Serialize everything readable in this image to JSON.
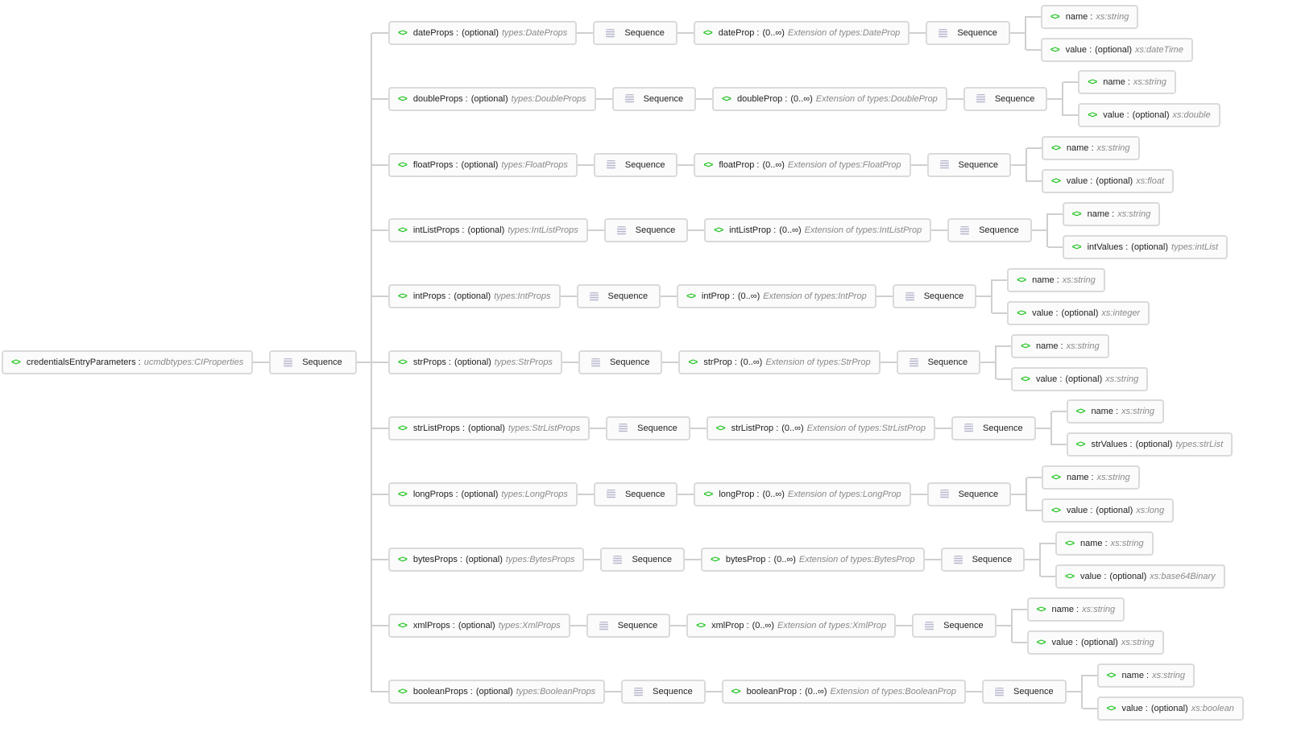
{
  "root": {
    "name": "credentialsEntryParameters :",
    "type": "ucmdbtypes:CIProperties",
    "sequence": "Sequence"
  },
  "labels": {
    "optional": "(optional)",
    "occurs": "(0..∞)",
    "name_child": "name :",
    "name_type": "xs:string"
  },
  "rows": [
    {
      "name": "dateProps :",
      "type": "types:DateProps",
      "item": "dateProp :",
      "item_type": "Extension of types:DateProp",
      "seq": "Sequence",
      "child": "value :",
      "child_type": "xs:dateTime"
    },
    {
      "name": "doubleProps :",
      "type": "types:DoubleProps",
      "item": "doubleProp :",
      "item_type": "Extension of types:DoubleProp",
      "seq": "Sequence",
      "child": "value :",
      "child_type": "xs:double"
    },
    {
      "name": "floatProps :",
      "type": "types:FloatProps",
      "item": "floatProp :",
      "item_type": "Extension of types:FloatProp",
      "seq": "Sequence",
      "child": "value :",
      "child_type": "xs:float"
    },
    {
      "name": "intListProps :",
      "type": "types:IntListProps",
      "item": "intListProp :",
      "item_type": "Extension of types:IntListProp",
      "seq": "Sequence",
      "child": "intValues :",
      "child_type": "types:intList"
    },
    {
      "name": "intProps :",
      "type": "types:IntProps",
      "item": "intProp :",
      "item_type": "Extension of types:IntProp",
      "seq": "Sequence",
      "child": "value :",
      "child_type": "xs:integer"
    },
    {
      "name": "strProps :",
      "type": "types:StrProps",
      "item": "strProp :",
      "item_type": "Extension of types:StrProp",
      "seq": "Sequence",
      "child": "value :",
      "child_type": "xs:string"
    },
    {
      "name": "strListProps :",
      "type": "types:StrListProps",
      "item": "strListProp :",
      "item_type": "Extension of types:StrListProp",
      "seq": "Sequence",
      "child": "strValues :",
      "child_type": "types:strList"
    },
    {
      "name": "longProps :",
      "type": "types:LongProps",
      "item": "longProp :",
      "item_type": "Extension of types:LongProp",
      "seq": "Sequence",
      "child": "value :",
      "child_type": "xs:long"
    },
    {
      "name": "bytesProps :",
      "type": "types:BytesProps",
      "item": "bytesProp :",
      "item_type": "Extension of types:BytesProp",
      "seq": "Sequence",
      "child": "value :",
      "child_type": "xs:base64Binary"
    },
    {
      "name": "xmlProps :",
      "type": "types:XmlProps",
      "item": "xmlProp :",
      "item_type": "Extension of types:XmlProp",
      "seq": "Sequence",
      "child": "value :",
      "child_type": "xs:string"
    },
    {
      "name": "booleanProps :",
      "type": "types:BooleanProps",
      "item": "booleanProp :",
      "item_type": "Extension of types:BooleanProp",
      "seq": "Sequence",
      "child": "value :",
      "child_type": "xs:boolean"
    }
  ]
}
